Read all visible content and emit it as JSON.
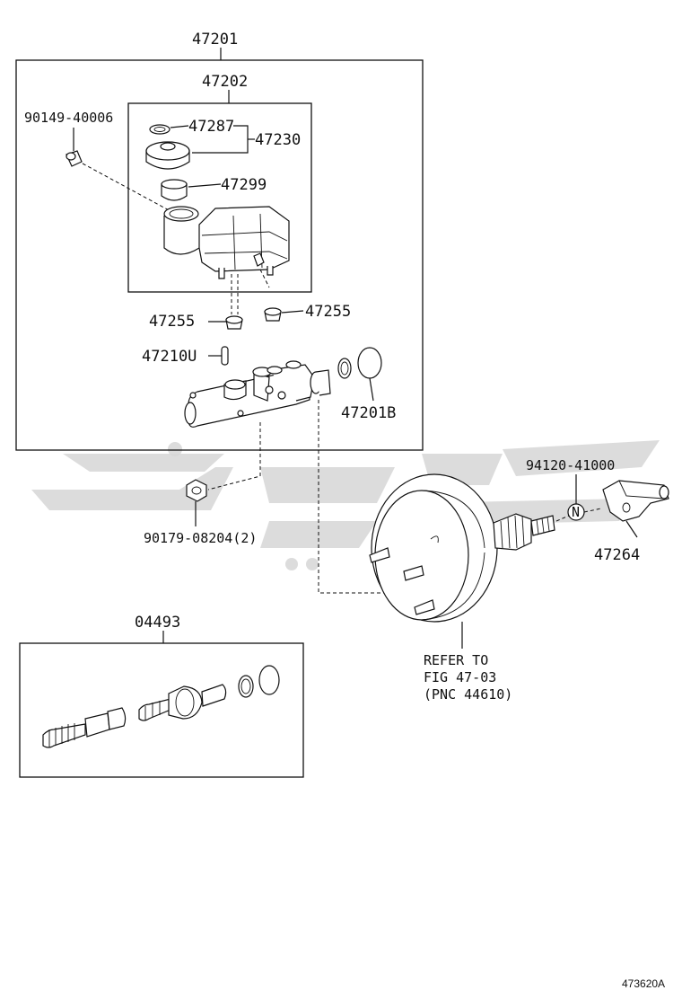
{
  "labels": {
    "p47201": "47201",
    "p47202": "47202",
    "p90149": "90149-40006",
    "p47287": "47287",
    "p47230": "47230",
    "p47299": "47299",
    "p47255a": "47255",
    "p47255b": "47255",
    "p47210u": "47210U",
    "p47201b": "47201B",
    "p94120": "94120-41000",
    "p47264": "47264",
    "p90179": "90179-08204(2)",
    "p04493": "04493",
    "refer1": "REFER TO",
    "refer2": "FIG 47-03",
    "refer3": "(PNC 44610)",
    "note_symbol": "N"
  },
  "figure_id": "473620A",
  "colors": {
    "line": "#111111",
    "watermark": "#d6d6d6",
    "background": "#ffffff"
  }
}
